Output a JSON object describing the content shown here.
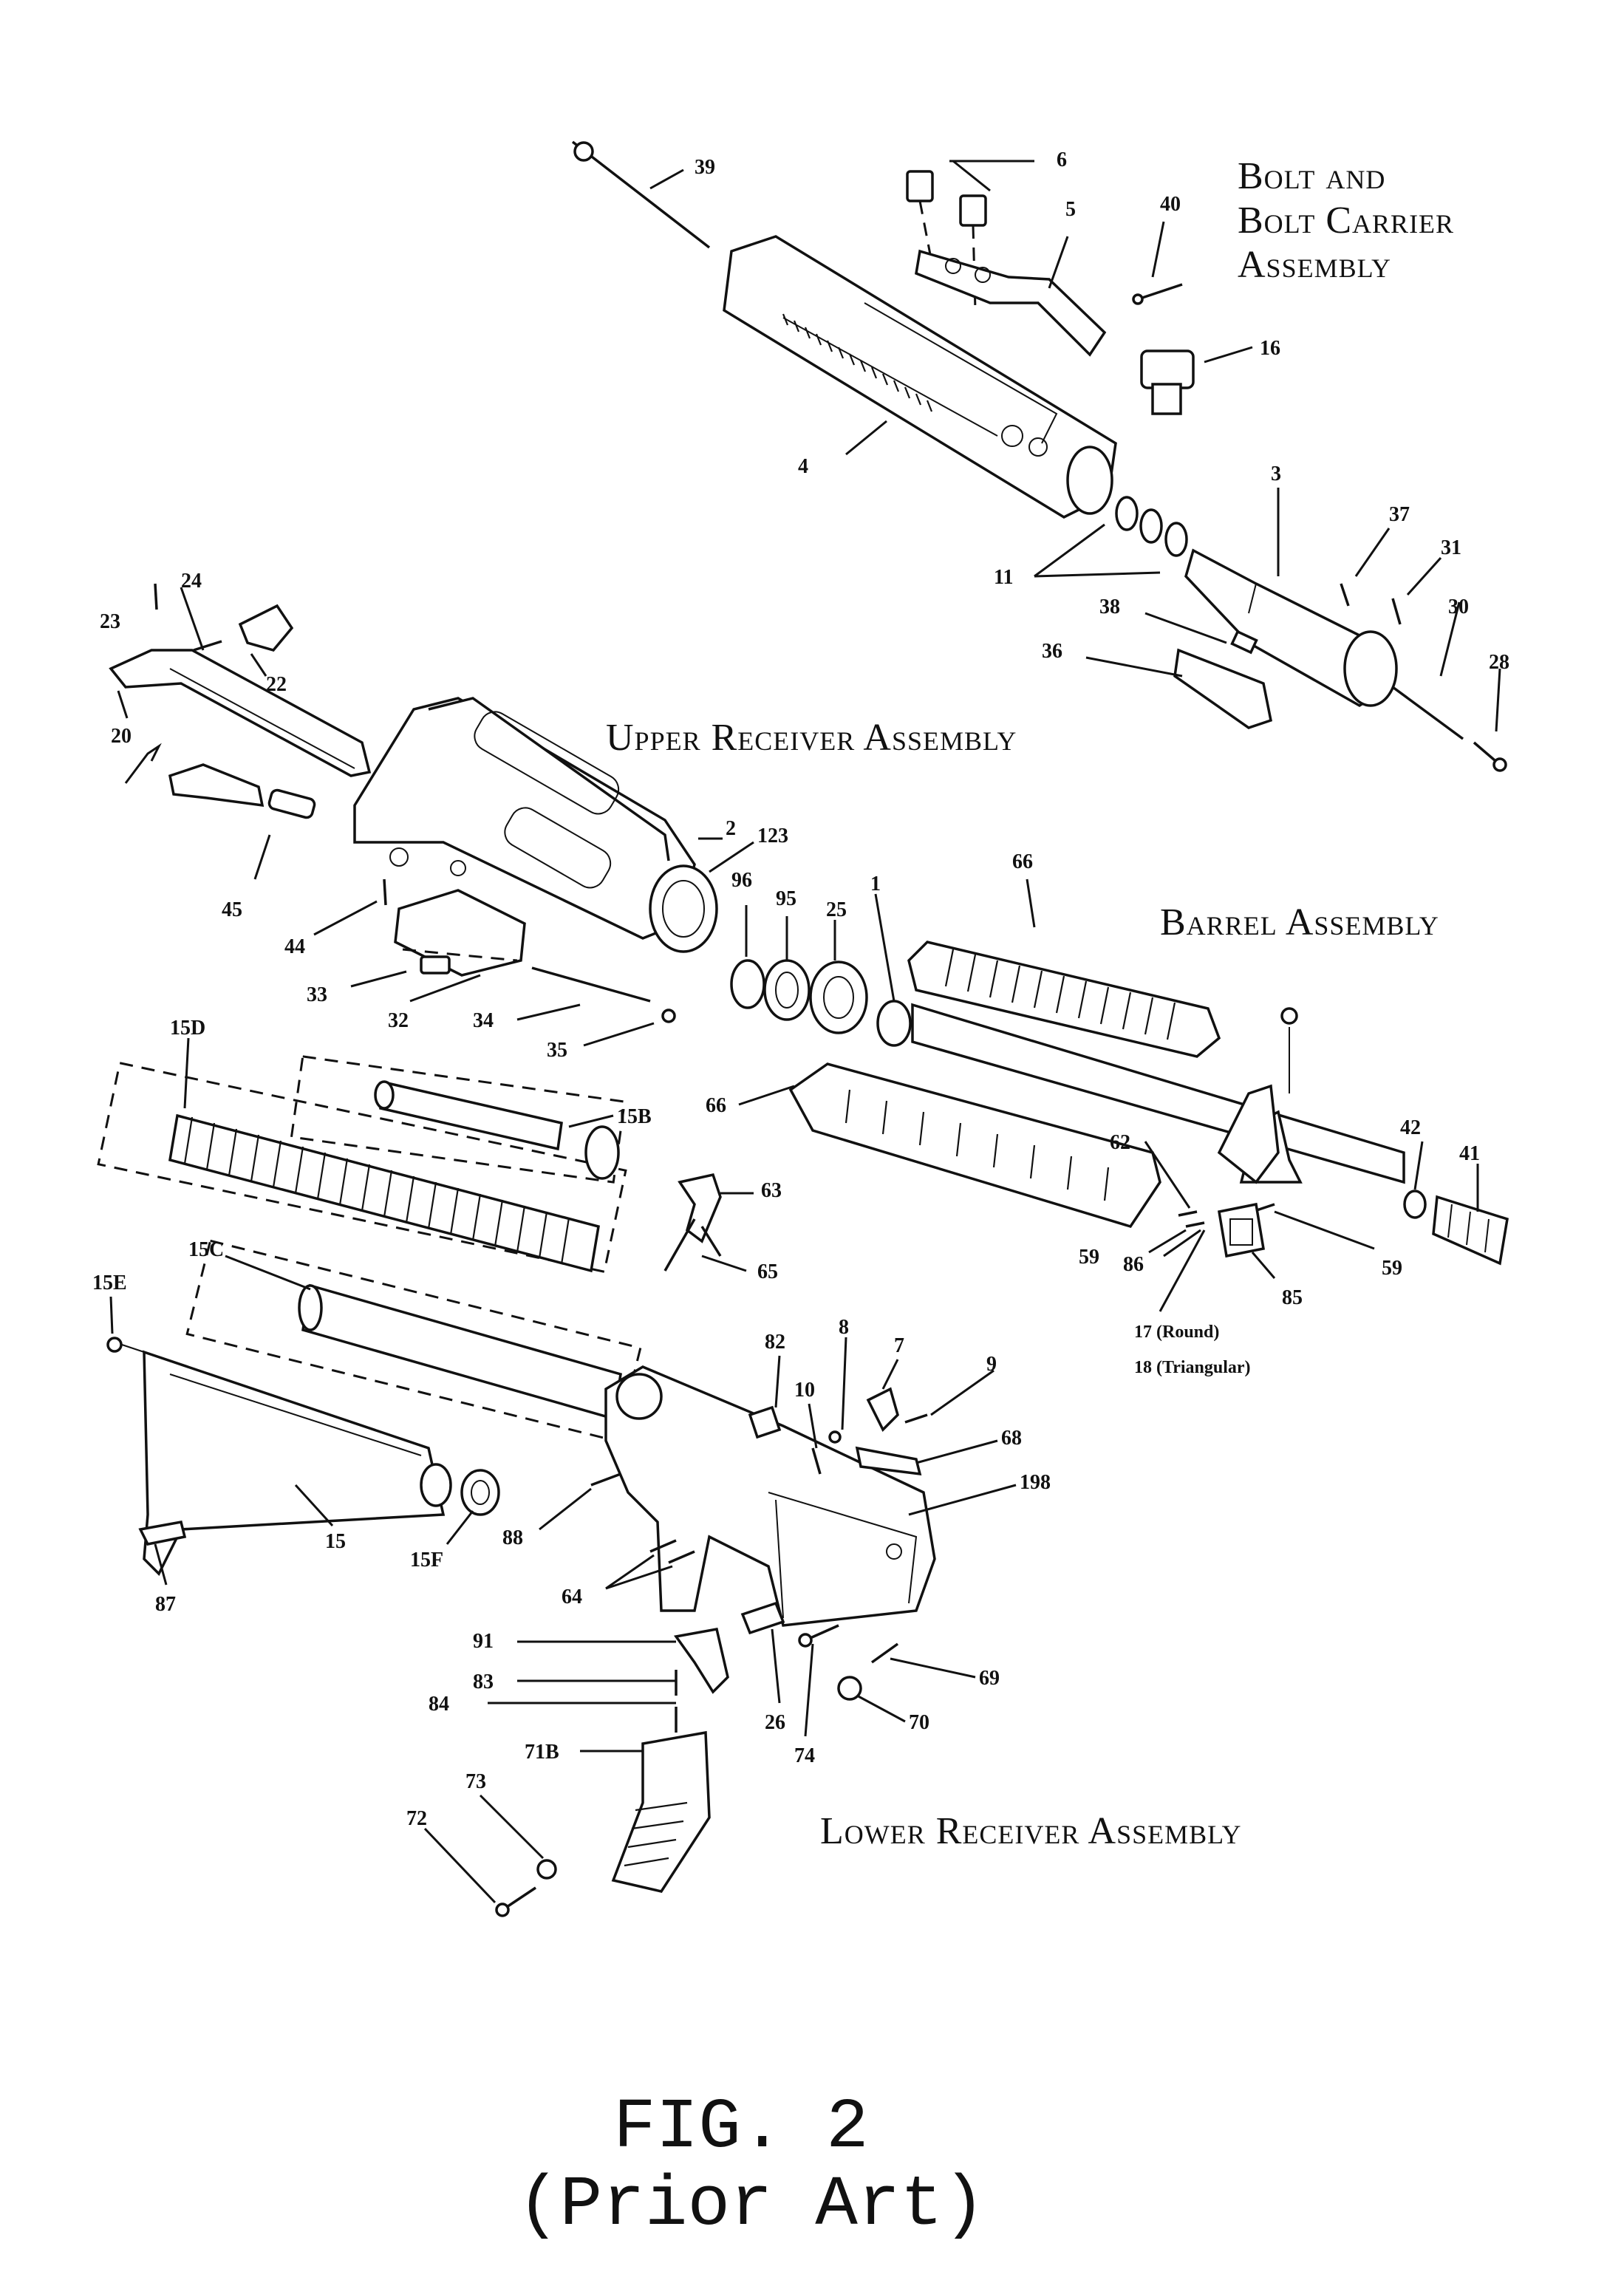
{
  "titles": {
    "bolt_line1": "Bolt and",
    "bolt_line2": "Bolt Carrier",
    "bolt_line3": "Assembly",
    "upper": "Upper Receiver Assembly",
    "barrel": "Barrel Assembly",
    "lower": "Lower Receiver Assembly"
  },
  "figure": {
    "number": "FIG. 2",
    "note": "(Prior Art)"
  },
  "labels": {
    "l39": "39",
    "l6": "6",
    "l5": "5",
    "l40": "40",
    "l16": "16",
    "l4": "4",
    "l3": "3",
    "l37": "37",
    "l31": "31",
    "l11": "11",
    "l38": "38",
    "l30": "30",
    "l36": "36",
    "l28": "28",
    "l23": "23",
    "l24": "24",
    "l22": "22",
    "l20": "20",
    "l2": "2",
    "l123": "123",
    "l45": "45",
    "l44": "44",
    "l33": "33",
    "l32": "32",
    "l34": "34",
    "l35": "35",
    "l96": "96",
    "l95": "95",
    "l25": "25",
    "l1": "1",
    "l66a": "66",
    "l66b": "66",
    "l15D": "15D",
    "l15B": "15B",
    "l63": "63",
    "l65": "65",
    "l15C": "15C",
    "l42": "42",
    "l41": "41",
    "l62": "62",
    "l59a": "59",
    "l86": "86",
    "l59b": "59",
    "l85": "85",
    "l17": "17 (Round)",
    "l18": "18 (Triangular)",
    "l15E": "15E",
    "l82": "82",
    "l8": "8",
    "l7": "7",
    "l9": "9",
    "l10": "10",
    "l68": "68",
    "l198": "198",
    "l88": "88",
    "l15": "15",
    "l15F": "15F",
    "l87": "87",
    "l64": "64",
    "l91": "91",
    "l83": "83",
    "l84": "84",
    "l26": "26",
    "l74": "74",
    "l69": "69",
    "l70": "70",
    "l71B": "71B",
    "l73": "73",
    "l72": "72"
  }
}
